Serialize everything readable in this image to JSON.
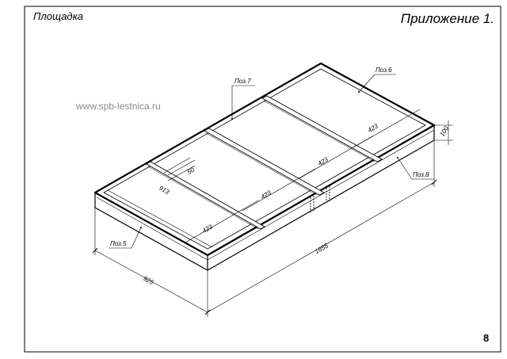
{
  "sheet": {
    "title_left": "Площадка",
    "title_right": "Приложение 1.",
    "watermark": "www.spb-lestnica.ru",
    "page_number": "8"
  },
  "labels": {
    "pos5": "Поз.5",
    "pos6": "Поз.6",
    "pos7": "Поз.7",
    "pos8": "Поз.8"
  },
  "dimensions": {
    "length": "1855",
    "width": "925",
    "height": "100",
    "inner_width": "913",
    "bar_width": "50",
    "span_1": "423",
    "span_2": "423",
    "span_3": "423",
    "span_4": "423"
  }
}
